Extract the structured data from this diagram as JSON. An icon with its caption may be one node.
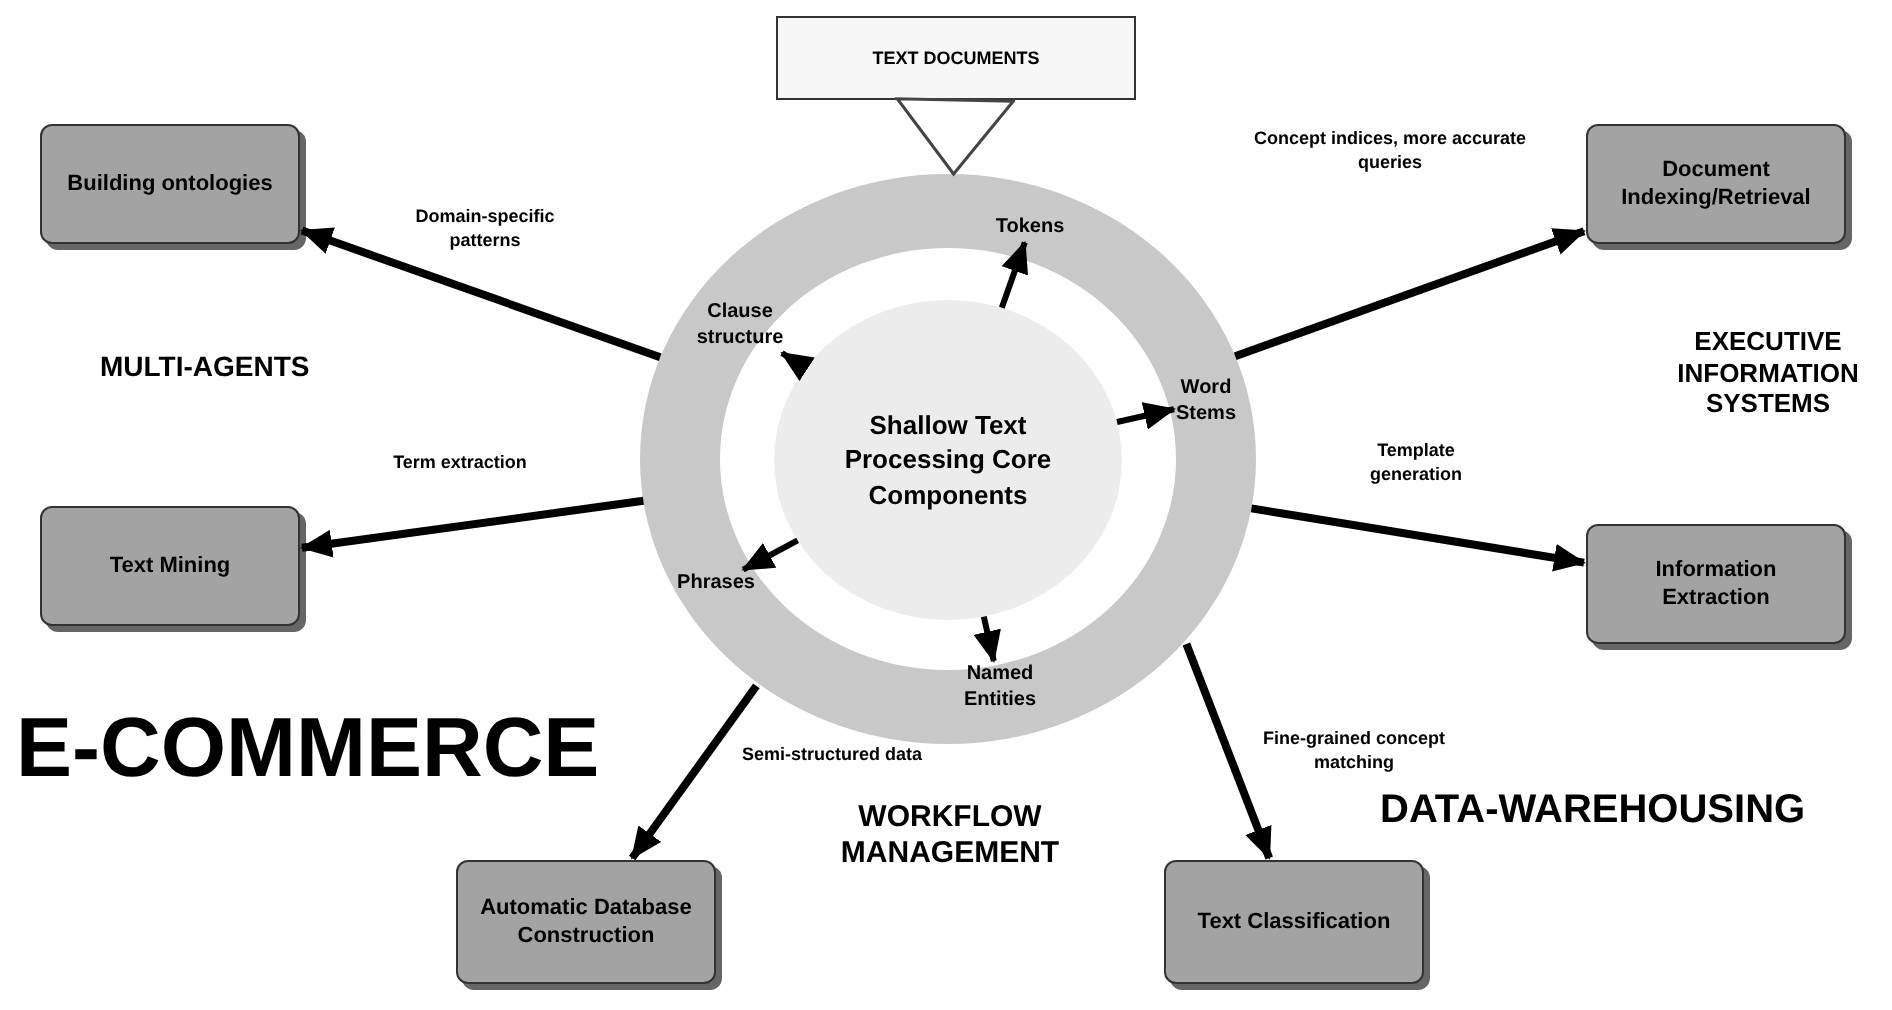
{
  "diagram": {
    "nodes": [
      {
        "text": [
          "TEXT DOCUMENTS"
        ]
      },
      {
        "text": [],
        "shape": "circle"
      },
      {
        "text": [
          "Shallow Text Processing Core Components"
        ],
        "in": 1
      },
      {
        "text": [
          "Tokens"
        ],
        "in": 1
      },
      {
        "text": [
          "Word Stems"
        ],
        "in": 1
      },
      {
        "text": [
          "Named Entities"
        ],
        "in": 1
      },
      {
        "text": [
          "Phrases"
        ],
        "in": 1
      },
      {
        "text": [
          "Clause structure"
        ],
        "in": 1
      },
      {
        "text": [
          "Building ontologies"
        ]
      },
      {
        "text": [
          "Document Indexing/Retrieval"
        ]
      },
      {
        "text": [
          "Text Mining"
        ]
      },
      {
        "text": [
          "Information Extraction"
        ]
      },
      {
        "text": [
          "Automatic Database Construction"
        ]
      },
      {
        "text": [
          "Text Classification"
        ]
      }
    ],
    "edges": [
      {
        "from": 0,
        "to": 1,
        "arrow": "to"
      },
      {
        "from": 2,
        "to": 3,
        "arrow": "to"
      },
      {
        "from": 2,
        "to": 4,
        "arrow": "to"
      },
      {
        "from": 2,
        "to": 5,
        "arrow": "to"
      },
      {
        "from": 2,
        "to": 6,
        "arrow": "to"
      },
      {
        "from": 2,
        "to": 7,
        "arrow": "to"
      },
      {
        "from": 1,
        "to": 8,
        "label": "Domain-specific patterns",
        "arrow": "to"
      },
      {
        "from": 1,
        "to": 9,
        "label": "Concept indices, more accurate queries",
        "arrow": "to"
      },
      {
        "from": 1,
        "to": 10,
        "label": "Term extraction",
        "arrow": "to"
      },
      {
        "from": 1,
        "to": 11,
        "label": "Template generation",
        "arrow": "to"
      },
      {
        "from": 1,
        "to": 12,
        "label": "Semi-structured data",
        "arrow": "to"
      },
      {
        "from": 1,
        "to": 13,
        "label": "Fine-grained concept matching",
        "arrow": "to"
      }
    ],
    "labels": [
      "MULTI-AGENTS",
      "EXECUTIVE INFORMATION SYSTEMS",
      "E-COMMERCE",
      "WORKFLOW MANAGEMENT",
      "DATA-WAREHOUSING"
    ]
  }
}
